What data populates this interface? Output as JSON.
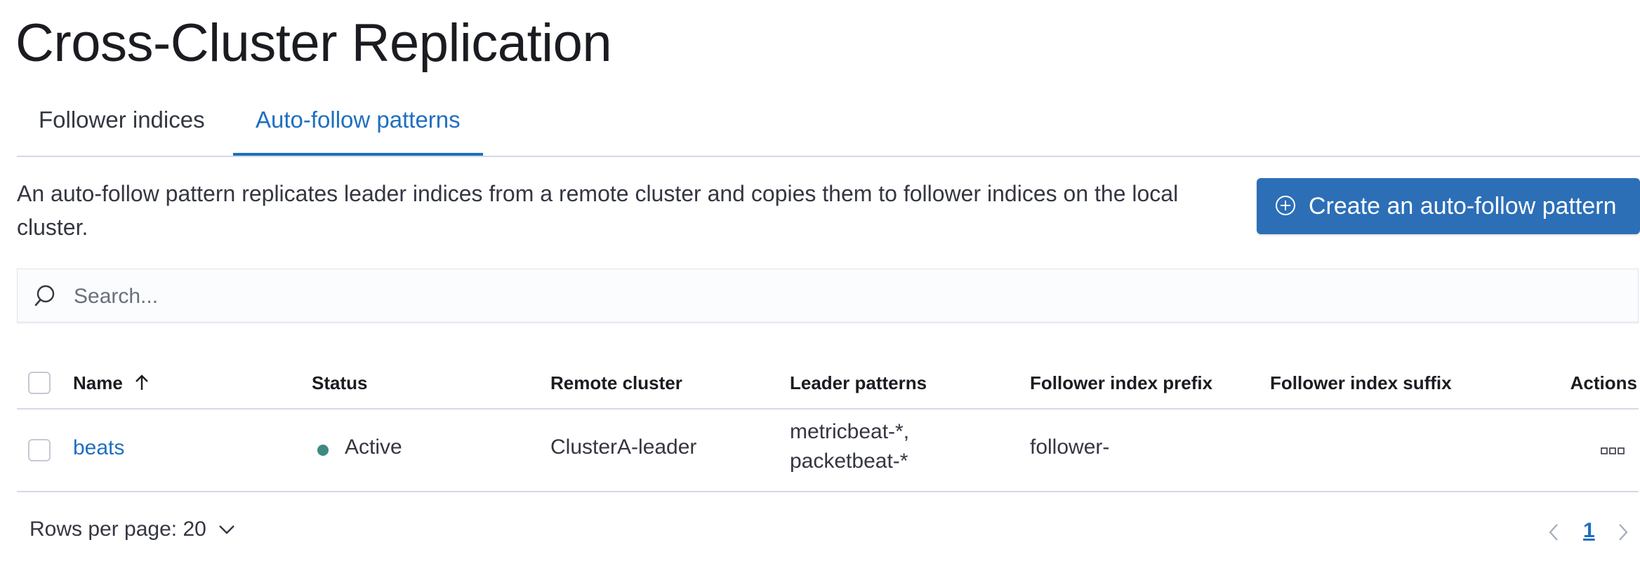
{
  "page": {
    "title": "Cross-Cluster Replication"
  },
  "tabs": [
    {
      "label": "Follower indices",
      "selected": false
    },
    {
      "label": "Auto-follow patterns",
      "selected": true
    }
  ],
  "description": "An auto-follow pattern replicates leader indices from a remote cluster and copies them to follower indices on the local cluster.",
  "create_button": {
    "label": "Create an auto-follow pattern",
    "icon": "plus-in-circle-icon"
  },
  "search": {
    "placeholder": "Search...",
    "value": "",
    "icon": "search-icon"
  },
  "table": {
    "columns": {
      "name": "Name",
      "status": "Status",
      "remote_cluster": "Remote cluster",
      "leader_patterns": "Leader patterns",
      "follower_index_prefix": "Follower index prefix",
      "follower_index_suffix": "Follower index suffix",
      "actions": "Actions"
    },
    "sort": {
      "column": "name",
      "direction": "ascending"
    },
    "rows": [
      {
        "name": "beats",
        "status": "Active",
        "status_color": "#3e8a80",
        "remote_cluster": "ClusterA-leader",
        "leader_patterns_line1": "metricbeat-*,",
        "leader_patterns_line2": "packetbeat-*",
        "follower_index_prefix": "follower-",
        "follower_index_suffix": ""
      }
    ]
  },
  "pagination": {
    "rows_per_page_label": "Rows per page: 20",
    "current_page": "1"
  },
  "colors": {
    "accent": "#1f6fbf",
    "button_bg": "#2c6fb7",
    "border": "#d3dae6"
  }
}
